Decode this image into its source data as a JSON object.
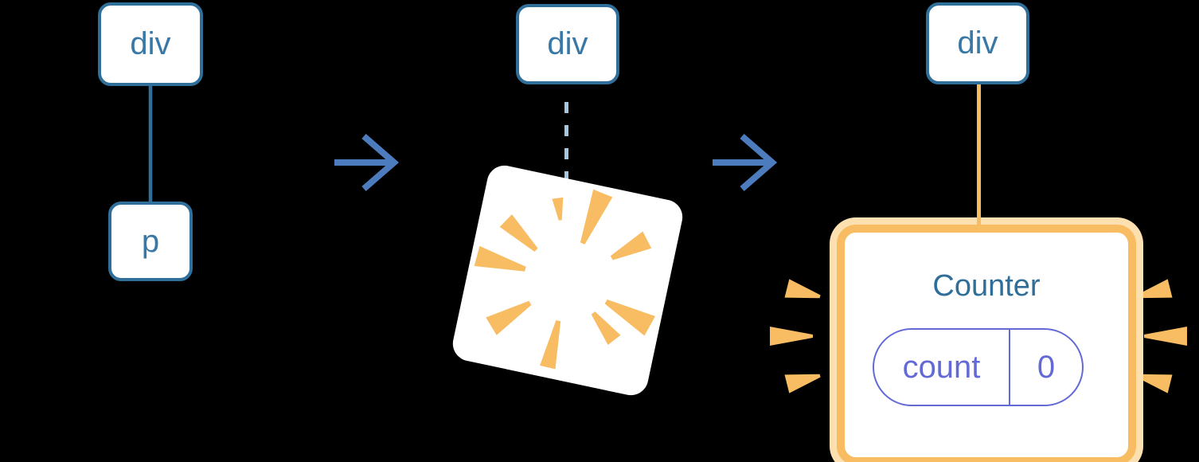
{
  "diagram": {
    "description": "DOM tree transformation: a p element under a div is destroyed and replaced by a Counter component with state",
    "stage1": {
      "parent_label": "div",
      "child_label": "p"
    },
    "stage2": {
      "parent_label": "div"
    },
    "stage3": {
      "parent_label": "div",
      "component": {
        "title": "Counter",
        "state_name": "count",
        "state_value": "0"
      }
    },
    "icons": {
      "arrow_between_stages": "arrow-right-icon",
      "destroyed_node": "destroy-burst-icon",
      "new_component_emphasis": "highlight-sparkles-icon"
    },
    "colors": {
      "background": "#000000",
      "node_border_blue": "#2F6F9A",
      "node_text_blue": "#3878A6",
      "arrow_blue": "#4D7CBE",
      "dashed_edge_blue": "#A7C7E0",
      "orange": "#F8BC62",
      "pale_orange": "#FDE0B0",
      "state_purple": "#636AD5",
      "component_title_blue": "#2F6E99",
      "node_fill": "#FFFFFF"
    }
  }
}
